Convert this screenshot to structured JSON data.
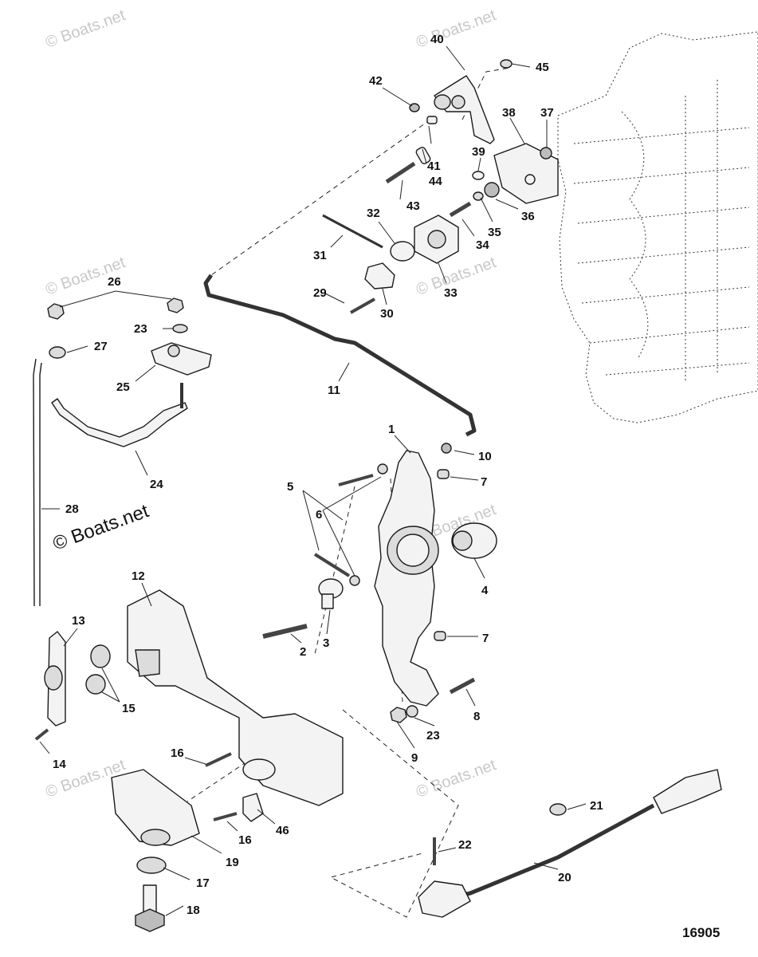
{
  "diagram": {
    "reference_number": "16905",
    "watermark_text": "© Boats.net",
    "callouts": [
      "1",
      "2",
      "3",
      "4",
      "5",
      "6",
      "7",
      "7",
      "8",
      "9",
      "10",
      "11",
      "12",
      "13",
      "14",
      "15",
      "16",
      "16",
      "17",
      "18",
      "19",
      "20",
      "21",
      "22",
      "23",
      "23",
      "24",
      "25",
      "26",
      "27",
      "28",
      "29",
      "30",
      "31",
      "32",
      "33",
      "34",
      "35",
      "36",
      "37",
      "38",
      "39",
      "40",
      "41",
      "42",
      "43",
      "44",
      "45",
      "46"
    ]
  }
}
